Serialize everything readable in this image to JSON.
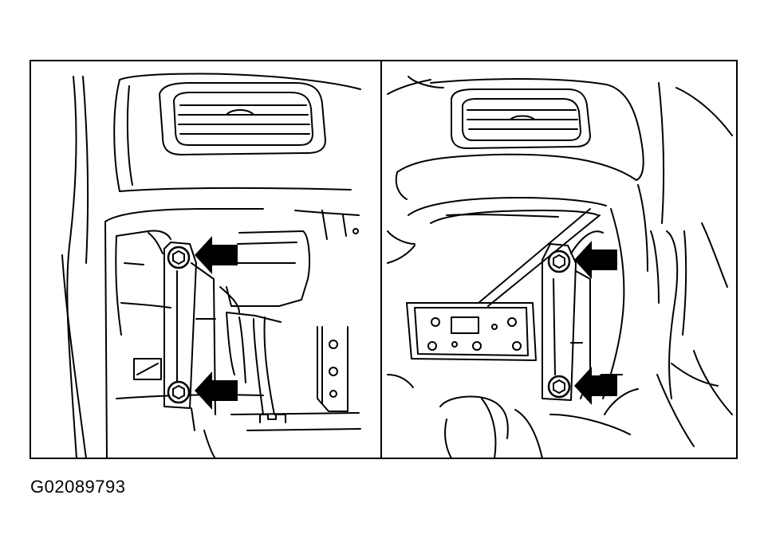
{
  "figure": {
    "id_label": "G02089793",
    "panels": [
      {
        "name": "left-panel",
        "callout_count": 2
      },
      {
        "name": "right-panel",
        "callout_count": 2
      }
    ]
  },
  "colors": {
    "ink": "#000000",
    "paper": "#ffffff"
  }
}
